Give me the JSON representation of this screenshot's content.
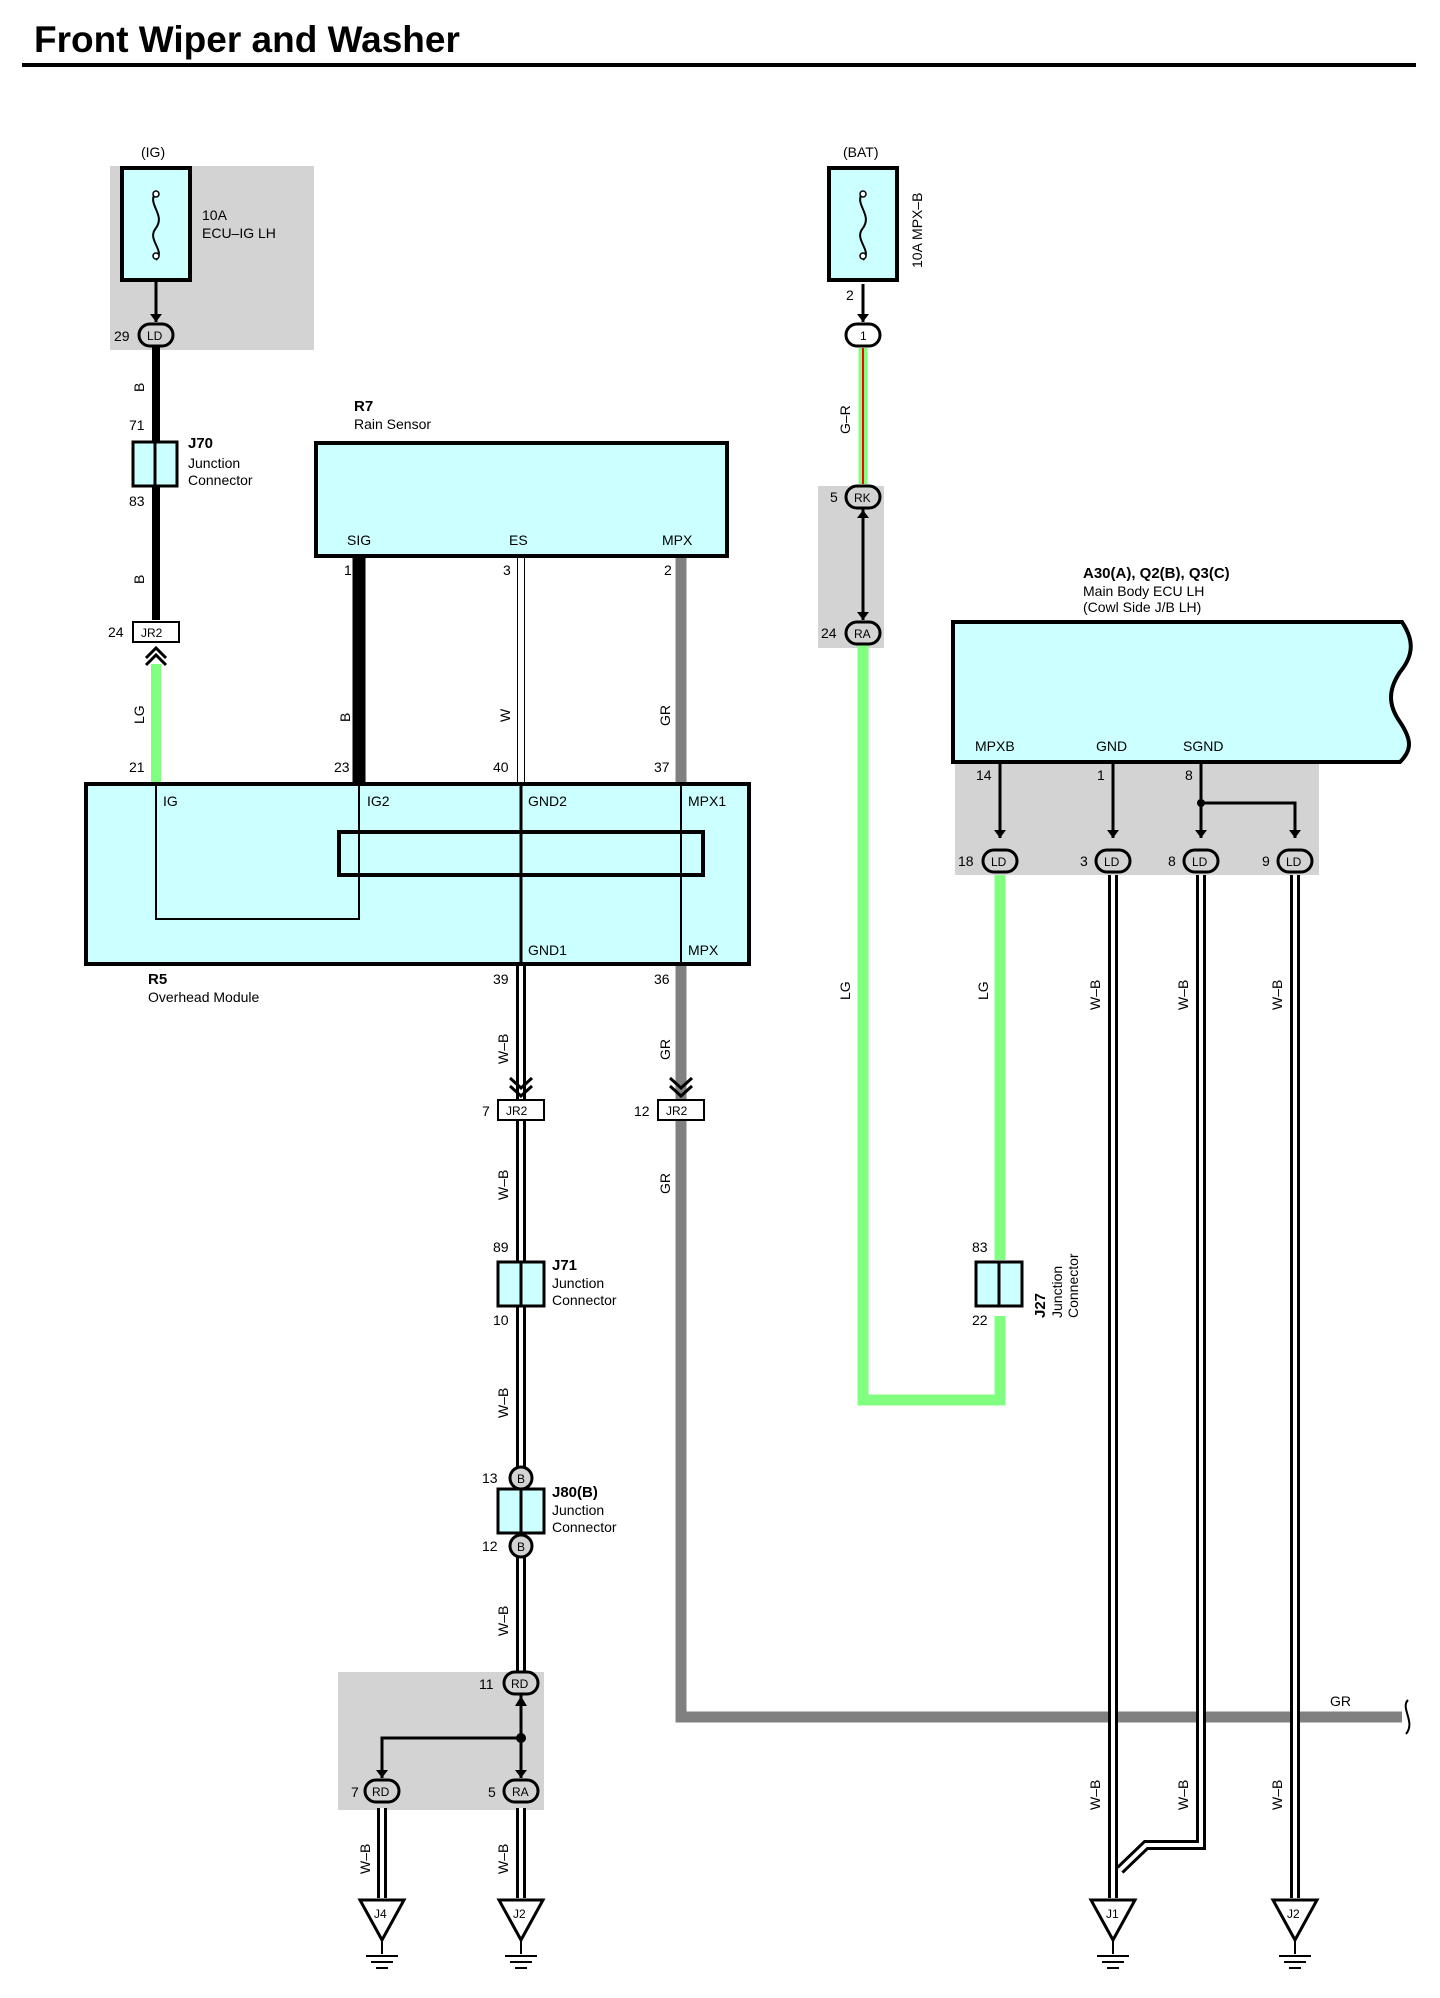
{
  "title": "Front Wiper and Washer",
  "fuses": [
    {
      "source": "(IG)",
      "rating": "10A",
      "name": "ECU–IG LH"
    },
    {
      "source": "(BAT)",
      "label": "10A MPX–B"
    }
  ],
  "components": {
    "r7": {
      "id": "R7",
      "name": "Rain Sensor",
      "pins": [
        "SIG",
        "ES",
        "MPX"
      ]
    },
    "r5": {
      "id": "R5",
      "name": "Overhead Module",
      "pins": [
        "IG",
        "IG2",
        "GND2",
        "MPX1",
        "GND1",
        "MPX"
      ]
    },
    "ecu": {
      "id": "A30(A), Q2(B), Q3(C)",
      "name": "Main Body ECU LH",
      "sub": "(Cowl Side J/B LH)",
      "pins": [
        "MPXB",
        "GND",
        "SGND"
      ]
    },
    "j70": {
      "id": "J70",
      "line1": "Junction",
      "line2": "Connector"
    },
    "j71": {
      "id": "J71",
      "line1": "Junction",
      "line2": "Connector"
    },
    "j80": {
      "id": "J80(B)",
      "line1": "Junction",
      "line2": "Connector"
    },
    "j27": {
      "id": "J27",
      "line1": "Junction",
      "line2": "Connector"
    }
  },
  "connectors": [
    "LD",
    "JR2",
    "RK",
    "RA",
    "RD",
    "B",
    "1"
  ],
  "pin_numbers": [
    "29",
    "71",
    "83",
    "24",
    "21",
    "23",
    "1",
    "3",
    "2",
    "40",
    "37",
    "39",
    "36",
    "7",
    "12",
    "89",
    "10",
    "13",
    "12",
    "11",
    "7",
    "5",
    "2",
    "5",
    "24",
    "14",
    "1",
    "8",
    "18",
    "3",
    "8",
    "9",
    "83",
    "22"
  ],
  "wire_colors": [
    "B",
    "LG",
    "W",
    "GR",
    "W–B",
    "G–R"
  ],
  "grounds": [
    "J4",
    "J2",
    "J1",
    "J2"
  ],
  "colors": {
    "module_fill": "#ccffff",
    "shade": "#d3d3d3",
    "lg_wire": "#80ff80",
    "gr_wire": "#808080",
    "g_r_red": "#ff0000"
  }
}
